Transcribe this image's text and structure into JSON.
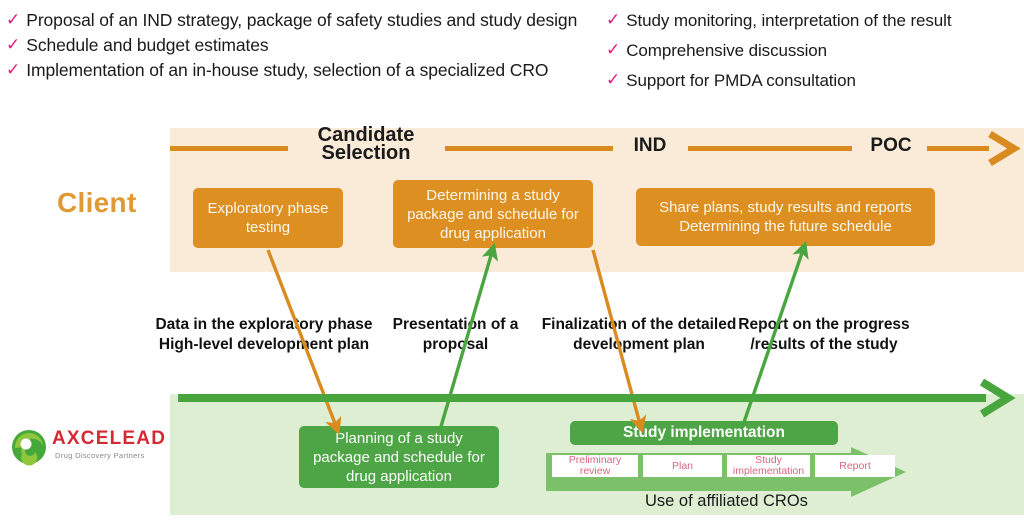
{
  "bullets": {
    "check_glyph": "✓",
    "check_color": "#e5187f",
    "left": [
      "Proposal of an IND strategy, package of safety studies and study design",
      "Schedule and budget estimates",
      "Implementation of an in-house study, selection of a specialized CRO"
    ],
    "right": [
      "Study monitoring, interpretation of the result",
      "Comprehensive discussion",
      "Support for PMDA consultation"
    ]
  },
  "timeline": {
    "milestones": [
      "Candidate Selection",
      "IND",
      "POC"
    ],
    "candidate_line1": "Candidate",
    "candidate_line2": "Selection",
    "ind": "IND",
    "poc": "POC",
    "color": "#d98b20"
  },
  "client_track": {
    "label": "Client",
    "label_color": "#e09a33",
    "band_color": "#faead8",
    "box_color": "#dd9021",
    "boxes": [
      "Exploratory phase testing",
      "Determining a study package and schedule for drug application",
      "Share plans, study results and reports Determining the future schedule"
    ]
  },
  "annotations": [
    "Data in the exploratory phase High-level development plan",
    "Presentation of a proposal",
    "Finalization of the detailed development plan",
    "Report on the progress /results of the study"
  ],
  "cro_track": {
    "band_color": "#ddeed2",
    "box_color": "#4da545",
    "planning_box": "Planning of a study package and schedule for drug application",
    "study_implementation_box": "Study implementation",
    "sub_steps": [
      "Preliminary review",
      "Plan",
      "Study implementation",
      "Report"
    ],
    "sub_step_text_color": "#d9657f",
    "note": "Use of affiliated CROs"
  },
  "logo": {
    "name": "AXCELEAD",
    "tagline": "Drug Discovery Partners",
    "name_color": "#d42a33",
    "mark_color": "#3fa535"
  }
}
